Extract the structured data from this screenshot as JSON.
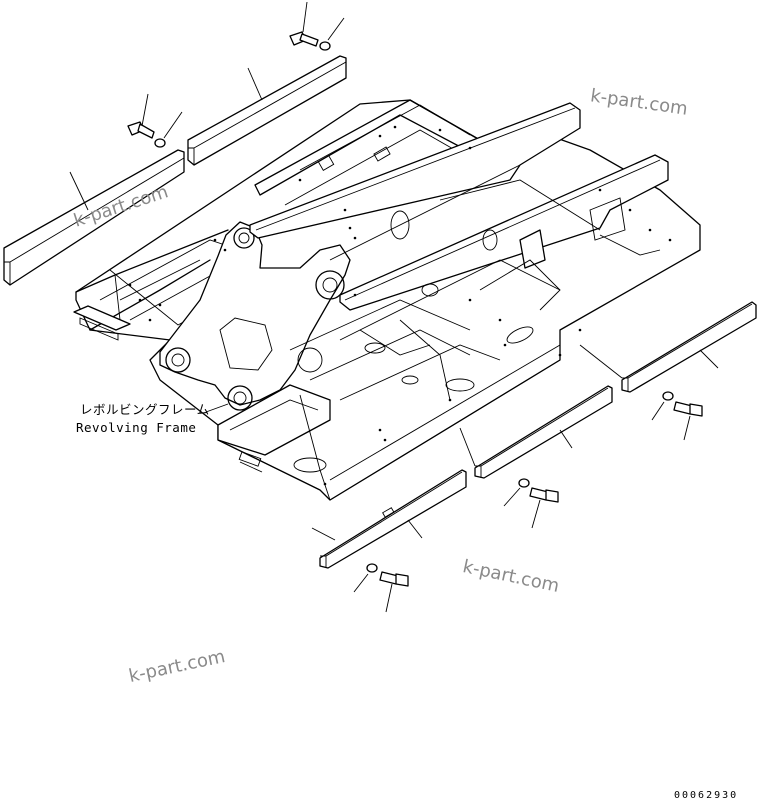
{
  "part_label": {
    "japanese": "レボルビングフレーム",
    "english": "Revolving Frame"
  },
  "watermarks": [
    "k-part.com",
    "k-part.com",
    "k-part.com",
    "k-part.com"
  ],
  "drawing_code": "00062930"
}
